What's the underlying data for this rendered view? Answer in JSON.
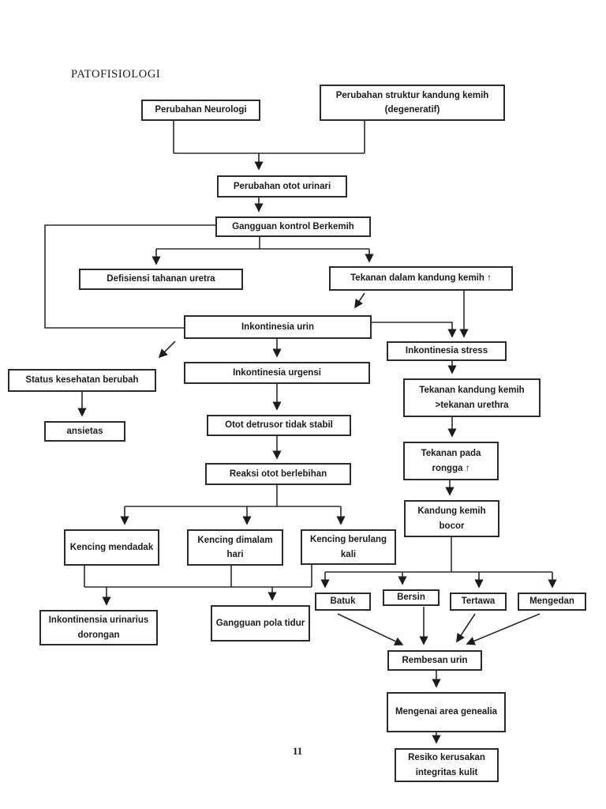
{
  "page": {
    "heading": "PATOFISIOLOGI",
    "page_number": "11"
  },
  "colors": {
    "ink": "#1c1c1c",
    "box_border": "#2b2b2b",
    "background": "#ffffff"
  },
  "diagram": {
    "nodes": {
      "perubahan_neurologi": "Perubahan Neurologi",
      "perubahan_struktur": "Perubahan struktur kandung kemih (degeneratif)",
      "perubahan_otot": "Perubahan otot urinari",
      "gangguan_kontrol": "Gangguan kontrol Berkemih",
      "defisiensi": "Defisiensi tahanan uretra",
      "tekanan_dalam": "Tekanan dalam kandung kemih ↑",
      "inkontinesia_urin": "Inkontinesia urin",
      "inkontinesia_stress": "Inkontinesia stress",
      "status_kesehatan": "Status kesehatan berubah",
      "ansietas": "ansietas",
      "inkontinesia_urgensi": "Inkontinesia urgensi",
      "tekanan_kandung": "Tekanan kandung kemih >tekanan urethra",
      "otot_detrusor": "Otot detrusor tidak stabil",
      "tekanan_rongga": "Tekanan pada rongga ↑",
      "reaksi_otot": "Reaksi otot berlebihan",
      "kandung_bocor": "Kandung kemih bocor",
      "kencing_mendadak": "Kencing mendadak",
      "kencing_dimalam": "Kencing dimalam hari",
      "kencing_berulang": "Kencing berulang kali",
      "batuk": "Batuk",
      "bersin": "Bersin",
      "tertawa": "Tertawa",
      "mengedan": "Mengedan",
      "inkontinensia_dorongan": "Inkontinensia urinarius dorongan",
      "gangguan_pola": "Gangguan pola tidur",
      "rembesan": "Rembesan urin",
      "mengenai_area": "Mengenai area genealia",
      "resiko": "Resiko kerusakan integritas kulit"
    },
    "edges": [
      {
        "from": "perubahan_neurologi",
        "to": "perubahan_otot"
      },
      {
        "from": "perubahan_struktur",
        "to": "perubahan_otot"
      },
      {
        "from": "perubahan_otot",
        "to": "gangguan_kontrol"
      },
      {
        "from": "gangguan_kontrol",
        "to": "defisiensi"
      },
      {
        "from": "gangguan_kontrol",
        "to": "tekanan_dalam"
      },
      {
        "from": "gangguan_kontrol",
        "to": "inkontinesia_urin"
      },
      {
        "from": "tekanan_dalam",
        "to": "inkontinesia_urin"
      },
      {
        "from": "tekanan_dalam",
        "to": "inkontinesia_stress"
      },
      {
        "from": "inkontinesia_urin",
        "to": "inkontinesia_stress"
      },
      {
        "from": "inkontinesia_urin",
        "to": "inkontinesia_urgensi"
      },
      {
        "from": "inkontinesia_urin",
        "to": "status_kesehatan"
      },
      {
        "from": "status_kesehatan",
        "to": "ansietas"
      },
      {
        "from": "inkontinesia_urgensi",
        "to": "otot_detrusor"
      },
      {
        "from": "otot_detrusor",
        "to": "reaksi_otot"
      },
      {
        "from": "inkontinesia_stress",
        "to": "tekanan_kandung"
      },
      {
        "from": "tekanan_kandung",
        "to": "tekanan_rongga"
      },
      {
        "from": "tekanan_rongga",
        "to": "kandung_bocor"
      },
      {
        "from": "reaksi_otot",
        "to": "kencing_mendadak"
      },
      {
        "from": "reaksi_otot",
        "to": "kencing_dimalam"
      },
      {
        "from": "reaksi_otot",
        "to": "kencing_berulang"
      },
      {
        "from": "kencing_mendadak",
        "to": "inkontinensia_dorongan"
      },
      {
        "from": "kencing_dimalam",
        "to": "gangguan_pola"
      },
      {
        "from": "kencing_berulang",
        "to": "inkontinensia_dorongan"
      },
      {
        "from": "kandung_bocor",
        "to": "batuk"
      },
      {
        "from": "kandung_bocor",
        "to": "bersin"
      },
      {
        "from": "kandung_bocor",
        "to": "tertawa"
      },
      {
        "from": "kandung_bocor",
        "to": "mengedan"
      },
      {
        "from": "batuk",
        "to": "rembesan"
      },
      {
        "from": "bersin",
        "to": "rembesan"
      },
      {
        "from": "tertawa",
        "to": "rembesan"
      },
      {
        "from": "mengedan",
        "to": "rembesan"
      },
      {
        "from": "rembesan",
        "to": "mengenai_area"
      },
      {
        "from": "mengenai_area",
        "to": "resiko"
      }
    ]
  }
}
